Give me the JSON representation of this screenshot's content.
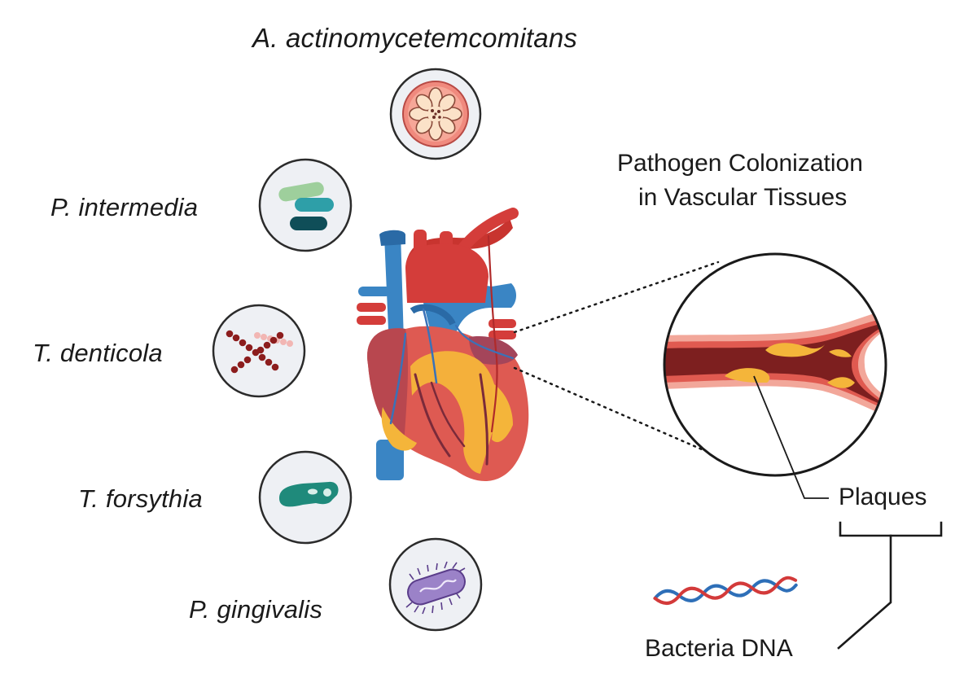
{
  "bacteria": [
    {
      "name": "A. actinomycetemcomitans",
      "icon": "a-actinomycetemcomitans-icon"
    },
    {
      "name": "P. intermedia",
      "icon": "p-intermedia-icon"
    },
    {
      "name": "T. denticola",
      "icon": "t-denticola-icon"
    },
    {
      "name": "T. forsythia",
      "icon": "t-forsythia-icon"
    },
    {
      "name": "P. gingivalis",
      "icon": "p-gingivalis-icon"
    }
  ],
  "colonization": {
    "line1": "Pathogen Colonization",
    "line2": "in Vascular Tissues"
  },
  "plaques_label": "Plaques",
  "dna_label": "Bacteria DNA",
  "colors": {
    "artery_red": "#d43d3a",
    "vein_blue": "#3a85c4",
    "plaque_yellow": "#f4b53a",
    "vessel_lumen": "#7d1f1f",
    "circle_bg": "#eef0f4",
    "circle_stroke": "#2b2b2b"
  }
}
